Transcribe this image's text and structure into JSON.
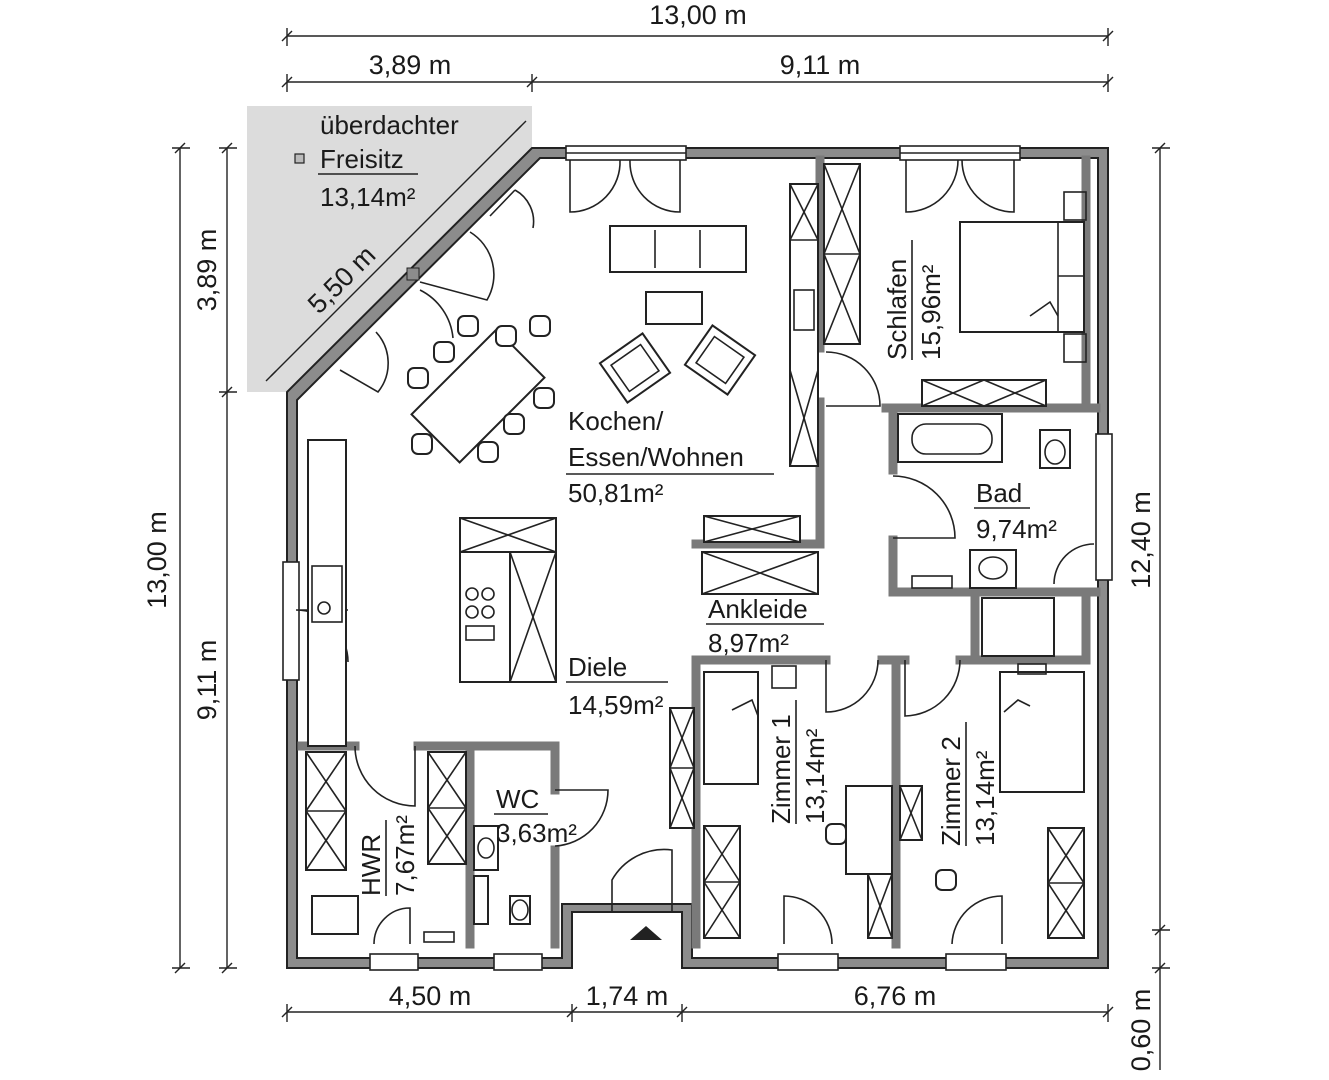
{
  "dimensions": {
    "top_total": "13,00 m",
    "top_left": "3,89 m",
    "top_right": "9,11 m",
    "left_total": "13,00 m",
    "left_top": "3,89 m",
    "left_bottom": "9,11 m",
    "right_total": "12,40 m",
    "right_offset": "0,60 m",
    "bottom_left": "4,50 m",
    "bottom_mid": "1,74 m",
    "bottom_right": "6,76 m",
    "diagonal": "5,50 m"
  },
  "rooms": {
    "freisitz": {
      "line1": "überdachter",
      "line2": "Freisitz",
      "area": "13,14m²"
    },
    "kochen": {
      "line1": "Kochen/",
      "line2": "Essen/Wohnen",
      "area": "50,81m²"
    },
    "schlafen": {
      "name": "Schlafen",
      "area": "15,96m²"
    },
    "bad": {
      "name": "Bad",
      "area": "9,74m²"
    },
    "ankleide": {
      "name": "Ankleide",
      "area": "8,97m²"
    },
    "diele": {
      "name": "Diele",
      "area": "14,59m²"
    },
    "wc": {
      "name": "WC",
      "area": "3,63m²"
    },
    "hwr": {
      "name": "HWR",
      "area": "7,67m²"
    },
    "zimmer1": {
      "name": "Zimmer 1",
      "area": "13,14m²"
    },
    "zimmer2": {
      "name": "Zimmer 2",
      "area": "13,14m²"
    }
  },
  "colors": {
    "wall": "#8c8c8c",
    "terrace": "#dcdcdc",
    "line": "#222222"
  }
}
